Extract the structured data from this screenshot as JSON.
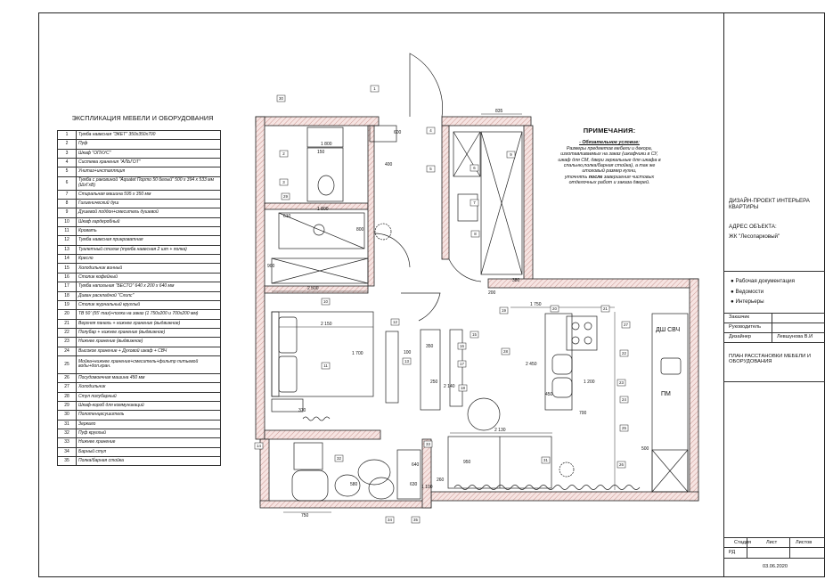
{
  "legend": {
    "title": "ЭКСПЛИКАЦИЯ МЕБЕЛИ И ОБОРУДОВАНИЯ",
    "rows": [
      {
        "n": "1",
        "t": "Тумба навесная \"ЭКЕТ\" 350х350х700"
      },
      {
        "n": "2",
        "t": "Пуф"
      },
      {
        "n": "3",
        "t": "Шкаф \"ОПХУС\""
      },
      {
        "n": "4",
        "t": "Система хранения \"АЛЬГОТ\""
      },
      {
        "n": "5",
        "t": "Унитаз+инсталляция"
      },
      {
        "n": "6",
        "t": "Тумба с раковиной \"Aquatet Порто 50 белый\" 500 х 394 х 533 мм (ШхГхВ)"
      },
      {
        "n": "7",
        "t": "Стиральная машина 595 х 350 мм"
      },
      {
        "n": "8",
        "t": "Гигиенический душ"
      },
      {
        "n": "9",
        "t": "Душевой поддон+смеситель душевой"
      },
      {
        "n": "10",
        "t": "Шкаф гардеробный"
      },
      {
        "n": "11",
        "t": "Кровать"
      },
      {
        "n": "12",
        "t": "Тумба навесная прикроватная"
      },
      {
        "n": "13",
        "t": "Туалетный столик (тумба навесная 2 шт + полка)"
      },
      {
        "n": "14",
        "t": "Кресло"
      },
      {
        "n": "15",
        "t": "Холодильник винный"
      },
      {
        "n": "16",
        "t": "Столик кофейный"
      },
      {
        "n": "17",
        "t": "Тумба напольная \"БЕСТО\" 640 х 200 х 640 мм"
      },
      {
        "n": "18",
        "t": "Диван раскладной \"Слипс\""
      },
      {
        "n": "19",
        "t": "Столик журнальный круглый"
      },
      {
        "n": "20",
        "t": "ТВ 50' (55' max)+полка на заказ (1 750х200 и 700х200 мм)"
      },
      {
        "n": "21",
        "t": "Верхняя панель + нижнее хранение (выдвижное)"
      },
      {
        "n": "22",
        "t": "Полубар + нижнее хранение (выдвижное)"
      },
      {
        "n": "23",
        "t": "Нижнее хранение (выдвижное)"
      },
      {
        "n": "24",
        "t": "Высокое хранение + Духовой шкаф + СВЧ"
      },
      {
        "n": "25",
        "t": "Мойка+нижнее хранение+смеситель+фильтр питьевой воды+доп.кран."
      },
      {
        "n": "26",
        "t": "Посудомоечная машина 450 мм"
      },
      {
        "n": "27",
        "t": "Холодильник"
      },
      {
        "n": "28",
        "t": "Стул полубарный"
      },
      {
        "n": "29",
        "t": "Шкаф-короб для коммуникаций"
      },
      {
        "n": "30",
        "t": "Полотенцесушитель"
      },
      {
        "n": "31",
        "t": "Зеркало"
      },
      {
        "n": "32",
        "t": "Пуф круглый"
      },
      {
        "n": "33",
        "t": "Нижнее хранение"
      },
      {
        "n": "34",
        "t": "Барный стул"
      },
      {
        "n": "35",
        "t": "Полка/барная стойка"
      }
    ]
  },
  "notes": {
    "heading": "ПРИМЕЧАНИЯ:",
    "sub": "- Обязательное условие:",
    "body1": "Размеры предметов мебели и декора, изготавливаемых на заказ (шкафчики в СУ, шкаф для СМ, двери зеркальные для шкафа в спальню,полка/барная стойка), а так же итоговый размер кухни,",
    "body2a": "уточнять",
    "body2b": "после",
    "body2c": "завершения чистовых отделочных работ и заказа дверей."
  },
  "title_block": {
    "project": "ДИЗАЙН-ПРОЕКТ ИНТЕРЬЕРА КВАРТИРЫ",
    "address_label": "АДРЕС ОБЪЕКТА:",
    "address": "ЖК \"Лесопарковый\"",
    "bullets": [
      "Рабочая документация",
      "Ведомости",
      "Интерьеры"
    ],
    "customer_label": "Заказчик",
    "manager_label": "Руководитель",
    "designer_label": "Дизайнер",
    "designer_name": "Левшунова В.И",
    "sheet_title": "ПЛАН РАССТАНОВКИ МЕБЕЛИ И ОБОРУДОВАНИЯ",
    "stage_label": "Стадия",
    "sheet_label": "Лист",
    "sheets_label": "Листов",
    "stage": "РД",
    "date": "03.06.2020"
  },
  "plan": {
    "dims": [
      "835",
      "1 800",
      "1 800",
      "2 500",
      "2 150",
      "1 700",
      "1 750",
      "2 130",
      "2 450",
      "1 200",
      "700",
      "950",
      "750",
      "370",
      "400",
      "600",
      "900",
      "200",
      "380",
      "150",
      "450",
      "500",
      "580",
      "640",
      "350",
      "250",
      "100",
      "2 140",
      "1 100",
      "630",
      "260",
      "800",
      "610"
    ],
    "tags": [
      "30",
      "1",
      "2",
      "3",
      "4",
      "5",
      "6",
      "7",
      "8",
      "9",
      "10",
      "11",
      "12",
      "13",
      "14",
      "15",
      "16",
      "17",
      "18",
      "19",
      "20",
      "21",
      "22",
      "23",
      "24",
      "25",
      "26",
      "27",
      "28",
      "29",
      "31",
      "32",
      "33",
      "34",
      "35"
    ],
    "appliance_labels": [
      "ДШ СВЧ",
      "ПМ"
    ]
  },
  "colors": {
    "wall_hatch": "#d9a5a0",
    "line": "#222222"
  }
}
